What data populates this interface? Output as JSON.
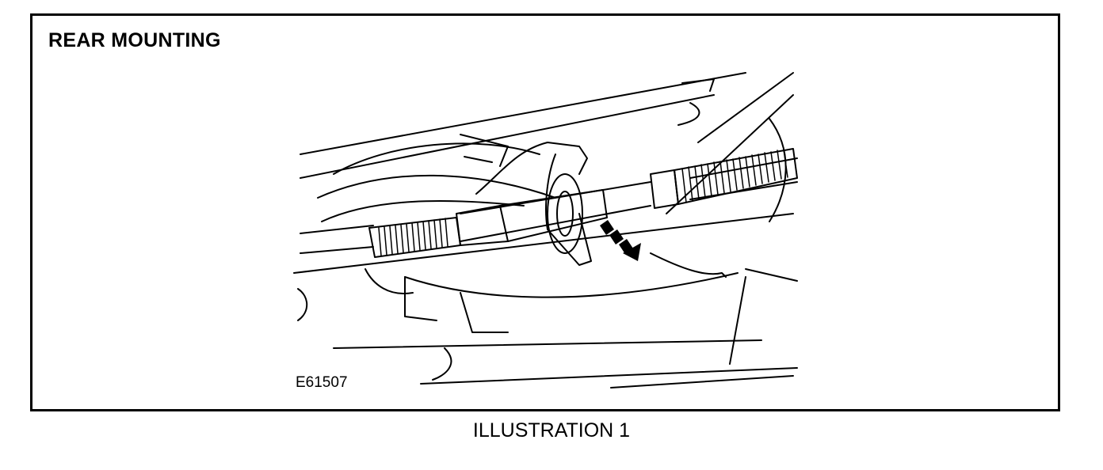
{
  "figure": {
    "heading": "REAR MOUNTING",
    "code": "E61507",
    "caption": "ILLUSTRATION 1"
  },
  "colors": {
    "ink": "#000000",
    "background": "#ffffff"
  }
}
